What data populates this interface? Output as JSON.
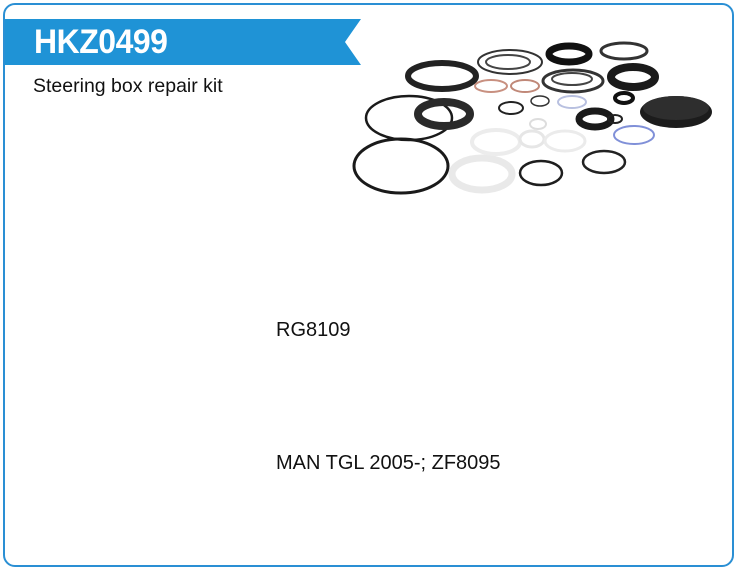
{
  "header": {
    "part_number": "HKZ0499",
    "description": "Steering box repair kit",
    "accent_color": "#1f93d6",
    "border_color": "#2a8fd4"
  },
  "details": {
    "reference": "RG8109",
    "application": "MAN TGL 2005-; ZF8095"
  },
  "image": {
    "subject": "steering-box-seal-kit"
  }
}
